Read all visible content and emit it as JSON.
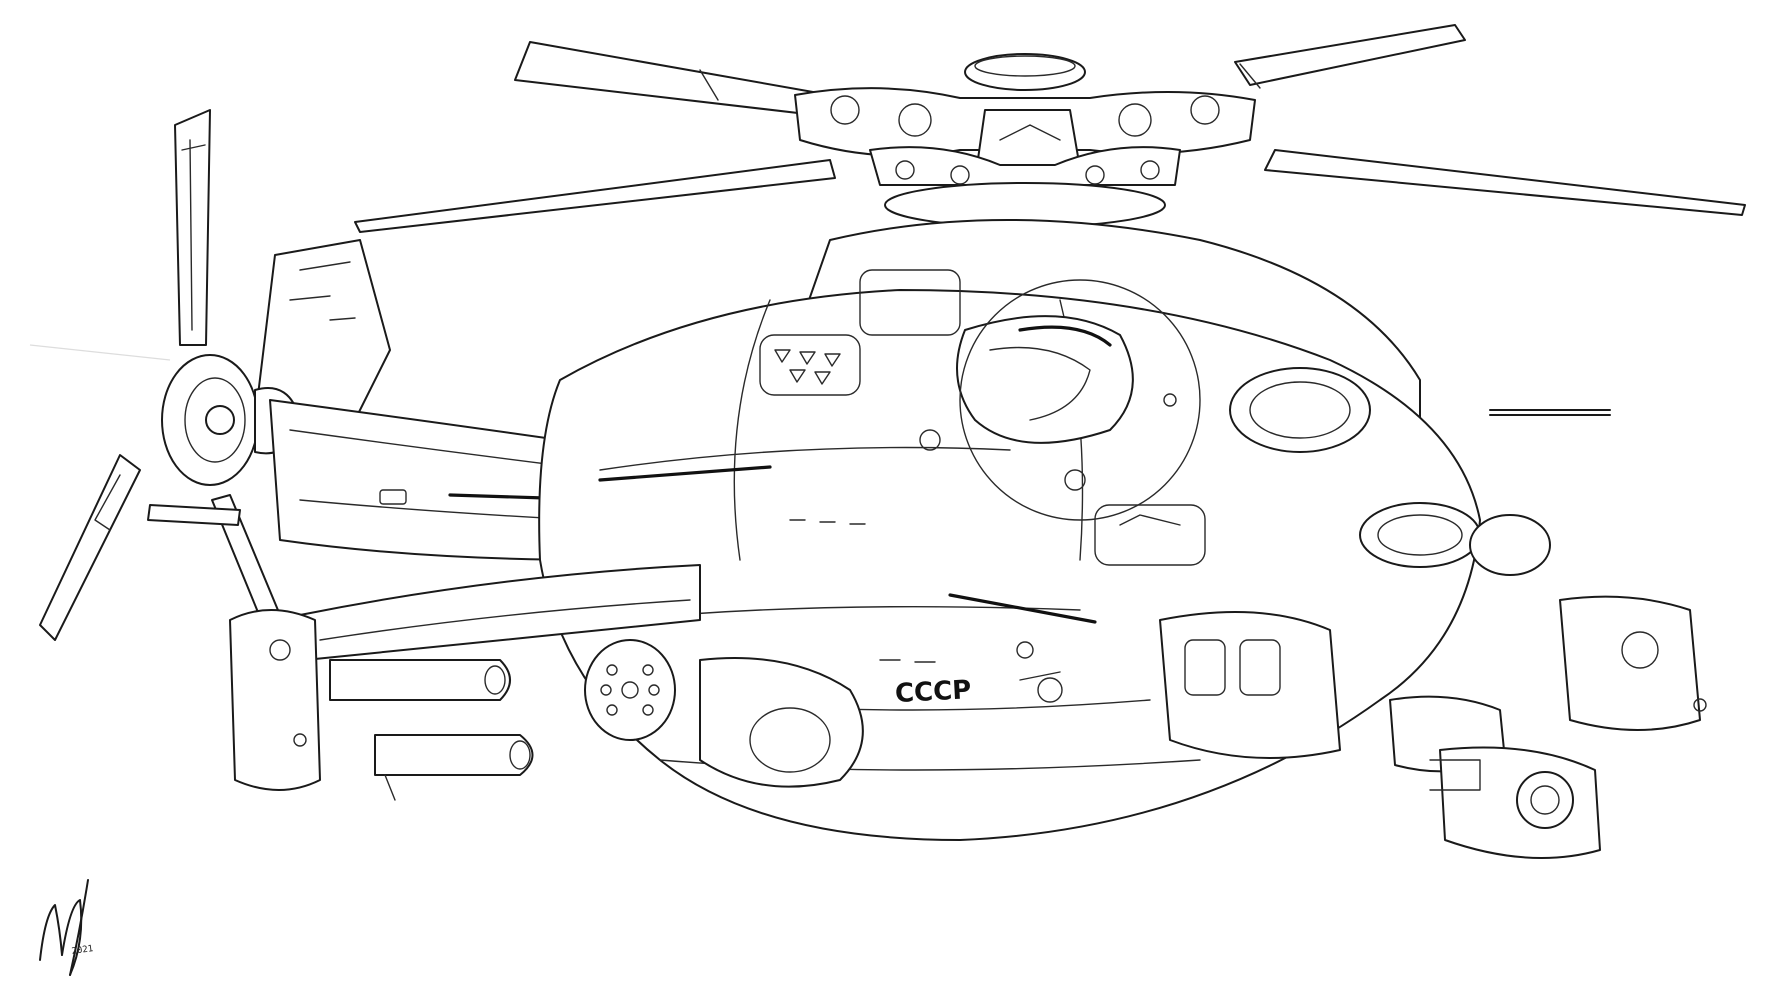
{
  "artwork": {
    "subject": "attack-helicopter-line-drawing",
    "hull_marking": "CCCP",
    "signature_year": "2021"
  },
  "colors": {
    "background": "#ffffff",
    "ink": "#1a1a1a"
  }
}
